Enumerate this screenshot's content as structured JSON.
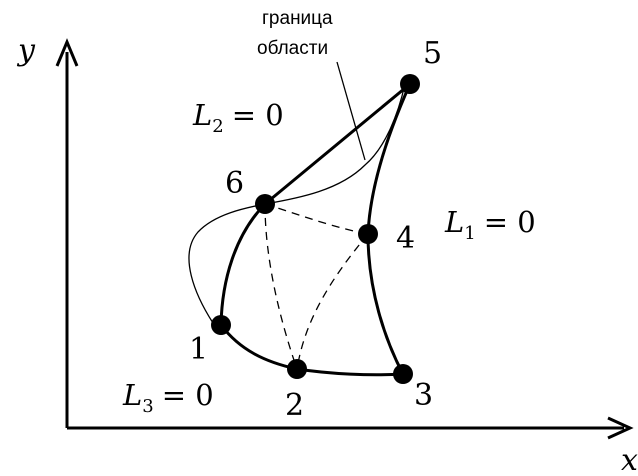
{
  "axes": {
    "x_label": "x",
    "y_label": "y"
  },
  "boundary_note": {
    "line1": "граница",
    "line2": "области"
  },
  "nodes": [
    {
      "label": "1"
    },
    {
      "label": "2"
    },
    {
      "label": "3"
    },
    {
      "label": "4"
    },
    {
      "label": "5"
    },
    {
      "label": "6"
    }
  ],
  "equations": {
    "L1": {
      "symbol": "L",
      "sub": "1",
      "rhs": "= 0"
    },
    "L2": {
      "symbol": "L",
      "sub": "2",
      "rhs": "= 0"
    },
    "L3": {
      "symbol": "L",
      "sub": "3",
      "rhs": "= 0"
    }
  },
  "colors": {
    "ink": "#000000",
    "background": "#ffffff"
  }
}
